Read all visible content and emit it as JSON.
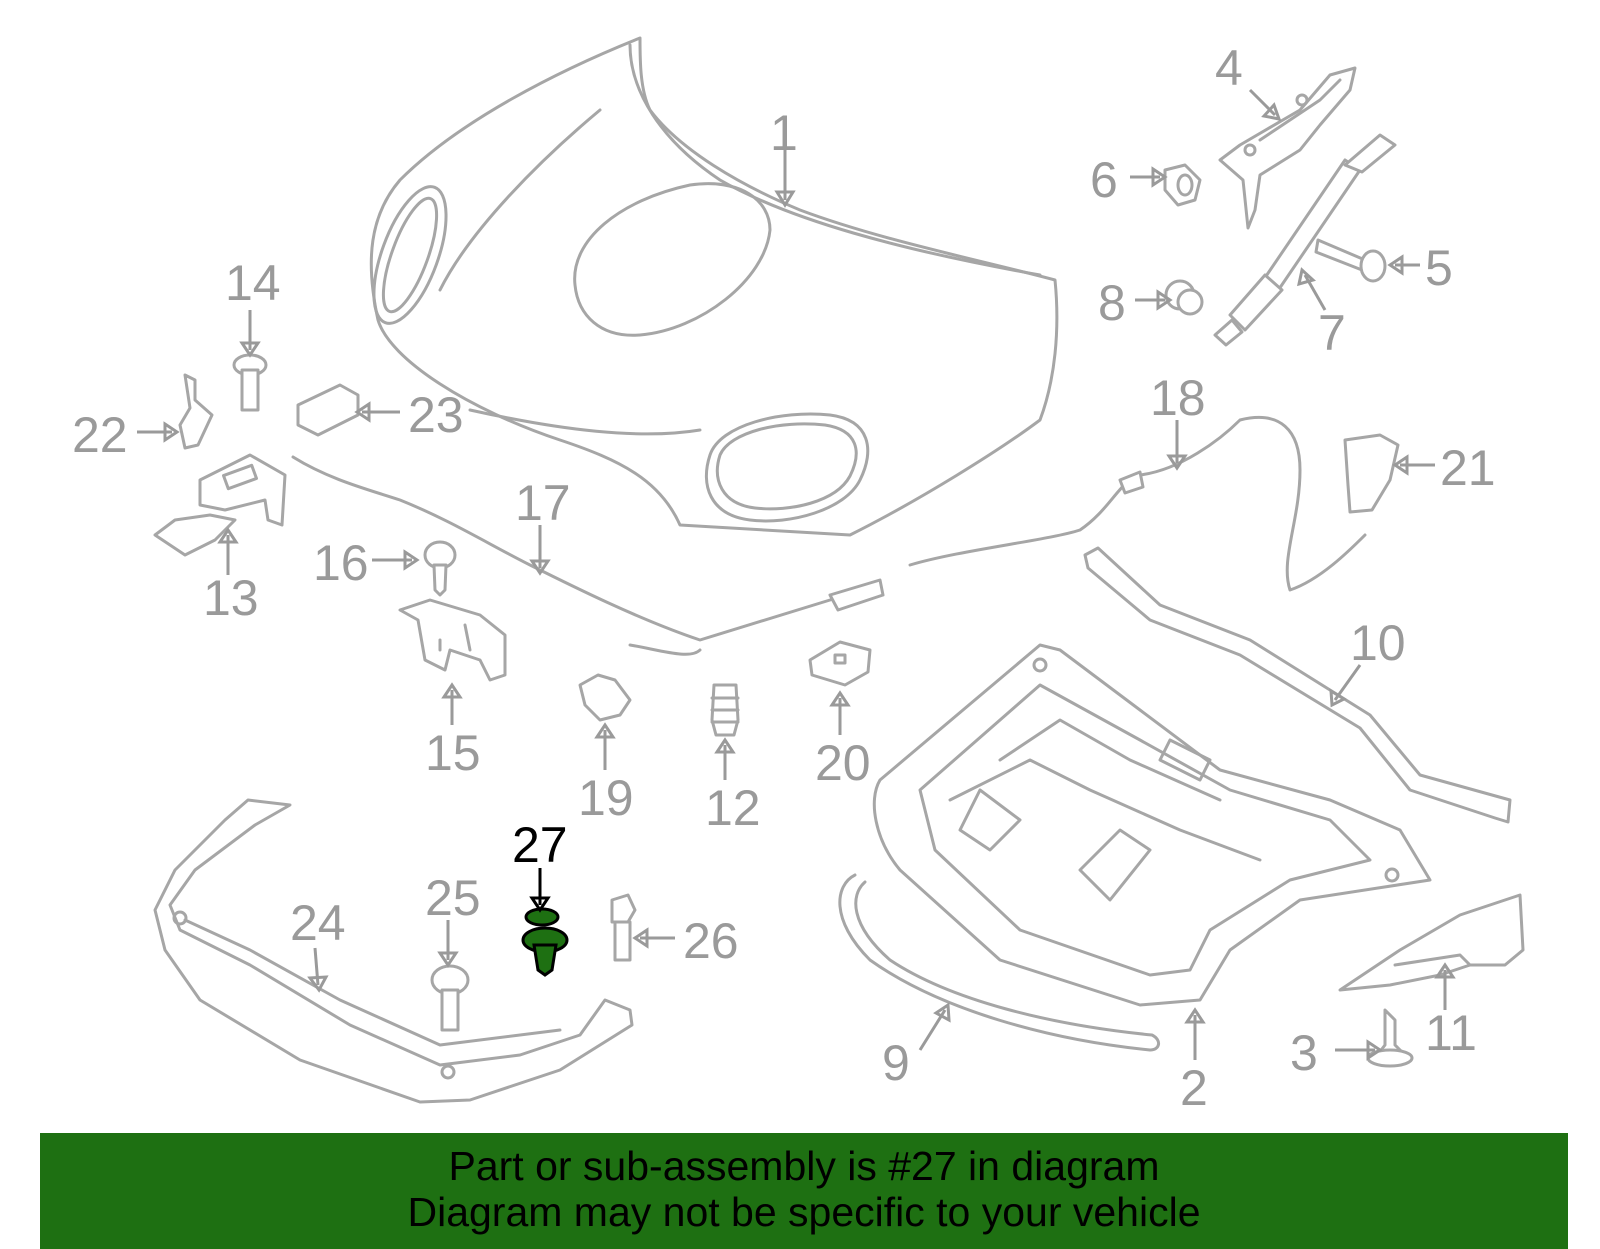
{
  "diagram": {
    "highlight_color": "#1e7012",
    "callouts": {
      "c1": "1",
      "c2": "2",
      "c3": "3",
      "c4": "4",
      "c5": "5",
      "c6": "6",
      "c7": "7",
      "c8": "8",
      "c9": "9",
      "c10": "10",
      "c11": "11",
      "c12": "12",
      "c13": "13",
      "c14": "14",
      "c15": "15",
      "c16": "16",
      "c17": "17",
      "c18": "18",
      "c19": "19",
      "c20": "20",
      "c21": "21",
      "c22": "22",
      "c23": "23",
      "c24": "24",
      "c25": "25",
      "c26": "26",
      "c27": "27"
    },
    "highlighted_part": "27"
  },
  "banner": {
    "line1": "Part or sub-assembly is #27 in diagram",
    "line2": "Diagram may not be specific to your vehicle",
    "background": "#1e7012"
  }
}
